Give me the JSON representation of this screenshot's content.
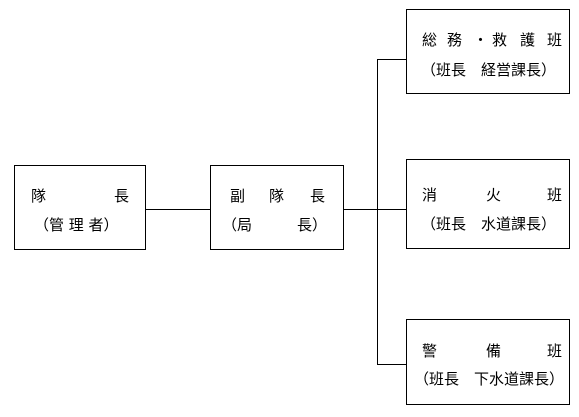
{
  "org_chart": {
    "leader": {
      "left": "隊",
      "right": "長",
      "sub": "（管 理 者）"
    },
    "deputy": {
      "title": [
        "副",
        "隊",
        "長"
      ],
      "sub_open": "（局",
      "sub_close": "長）"
    },
    "teams": [
      {
        "title": [
          "総",
          "務",
          "・",
          "救",
          "護",
          "班"
        ],
        "sub": "（班長　経営課長）"
      },
      {
        "title": [
          "消",
          "火",
          "班"
        ],
        "sub": "（班長　水道課長）"
      },
      {
        "title": [
          "警",
          "備",
          "班"
        ],
        "sub": "（班長　下水道課長）"
      }
    ]
  }
}
